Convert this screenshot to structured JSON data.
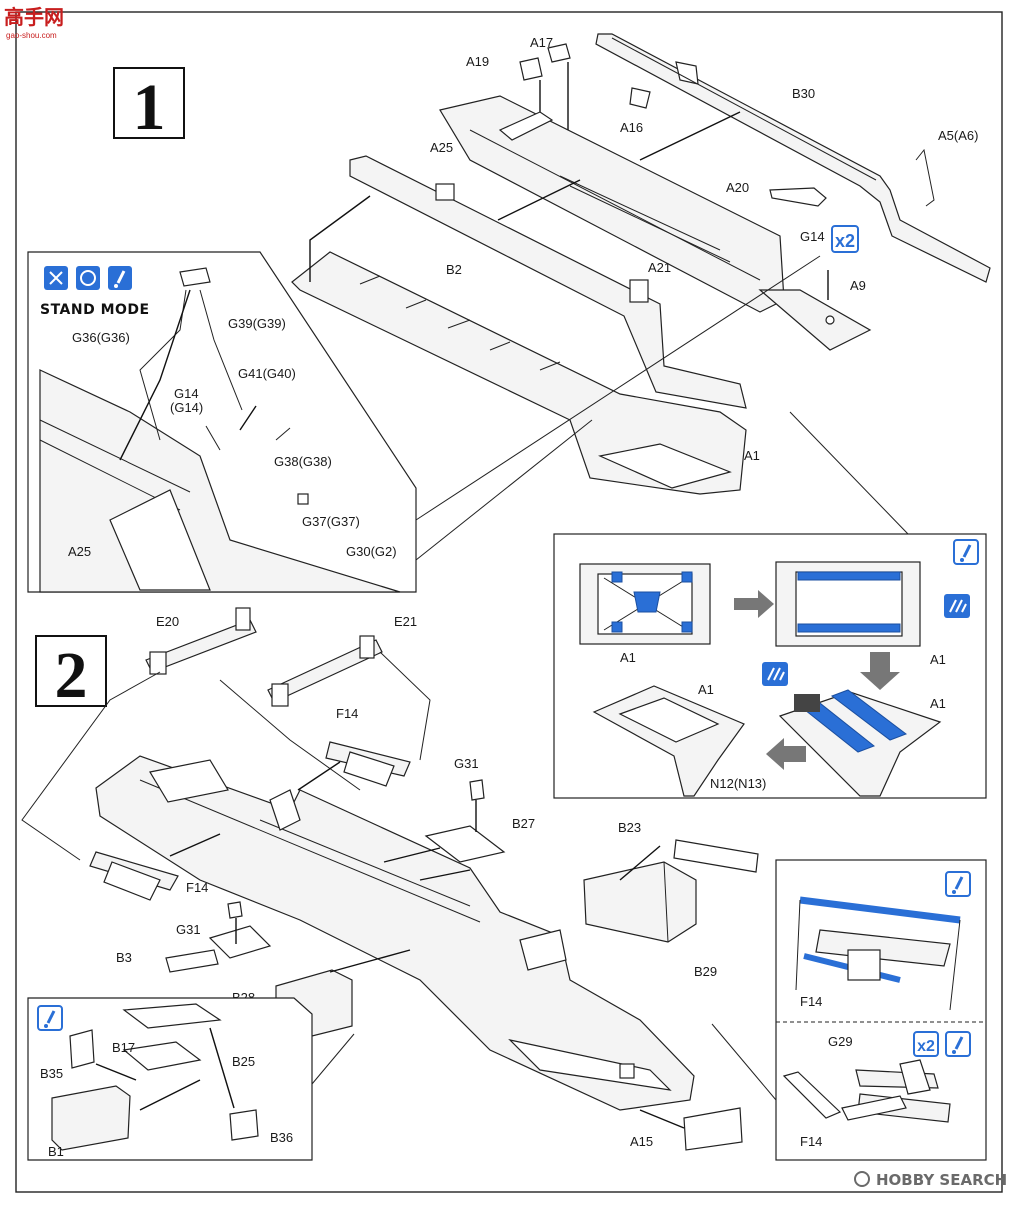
{
  "site_logo": {
    "characters": "高手网",
    "url_text": "gao-shou.com"
  },
  "watermark": {
    "brand": "HOBBY SEARCH"
  },
  "colors": {
    "accent_blue": "#2a6fd6",
    "line": "#222222",
    "watermark_red": "#c81e1e"
  },
  "icons": [
    "glue-icon",
    "cut-icon",
    "sand-icon",
    "attention-icon",
    "paint-icon",
    "x2-icon"
  ],
  "step1": {
    "number": "1",
    "labels": {
      "a17": "A17",
      "a19": "A19",
      "a16": "A16",
      "b30": "B30",
      "a25": "A25",
      "a5": "A5(A6)",
      "a20": "A20",
      "g14": "G14",
      "a9": "A9",
      "b2": "B2",
      "a21": "A21",
      "a1": "A1"
    },
    "multiplier": "x2",
    "stand_mode": {
      "title": "STAND MODE",
      "labels": {
        "g39": "G39(G39)",
        "g36": "G36(G36)",
        "g41": "G41(G40)",
        "g14a": "G14",
        "g14b": "(G14)",
        "g38": "G38(G38)",
        "g37": "G37(G37)",
        "a25": "A25",
        "g30": "G30(G2)"
      }
    },
    "detail_a1": {
      "labels": {
        "a1_1": "A1",
        "a1_2": "A1",
        "a1_3": "A1",
        "a1_4": "A1",
        "n12": "N12(N13)"
      }
    }
  },
  "step2": {
    "number": "2",
    "labels": {
      "e20": "E20",
      "e21": "E21",
      "f14a": "F14",
      "g31a": "G31",
      "b27": "B27",
      "b23": "B23",
      "f14b": "F14",
      "g31b": "G31",
      "b3": "B3",
      "b28": "B28",
      "b29": "B29",
      "a15": "A15"
    },
    "box_parts": {
      "labels": {
        "b35": "B35",
        "b17": "B17",
        "b25": "B25",
        "b1": "B1",
        "b36": "B36"
      }
    },
    "spring_detail": {
      "labels": {
        "f14_top": "F14",
        "g29": "G29",
        "f14_bottom": "F14"
      },
      "multiplier": "x2"
    }
  }
}
